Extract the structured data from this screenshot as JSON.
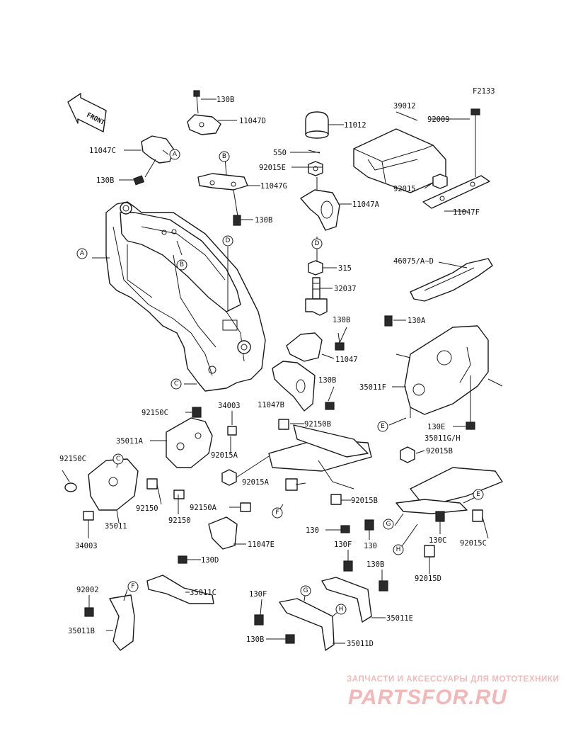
{
  "figure_code": "F2133",
  "front_label": "FRONT",
  "labels": {
    "l_130b_top": "130B",
    "l_11047d": "11047D",
    "l_11047c": "11047C",
    "l_130b_l": "130B",
    "l_11047g": "11047G",
    "l_130b_mid": "130B",
    "l_11012": "11012",
    "l_550": "550",
    "l_92015e": "92015E",
    "l_11047a": "11047A",
    "l_315": "315",
    "l_32037": "32037",
    "l_39012": "39012",
    "l_92009": "92009",
    "l_92015": "92015",
    "l_11047f": "11047F",
    "l_46075": "46075/A~D",
    "l_130a": "130A",
    "l_130b_c": "130B",
    "l_11047": "11047",
    "l_130b_c2": "130B",
    "l_11047b": "11047B",
    "l_35011f": "35011F",
    "l_130e": "130E",
    "l_92150c_t": "92150C",
    "l_34003_t": "34003",
    "l_92150b": "92150B",
    "l_35011a": "35011A",
    "l_92015a_1": "92015A",
    "l_92015a_2": "92015A",
    "l_35011gh": "35011G/H",
    "l_92015b_r": "92015B",
    "l_92150c_l": "92150C",
    "l_92150_a": "92150",
    "l_92150a": "92150A",
    "l_92015b_c": "92015B",
    "l_92150_b": "92150",
    "l_35011": "35011",
    "l_34003_b": "34003",
    "l_11047e": "11047E",
    "l_130d": "130D",
    "l_130_a": "130",
    "l_130_b": "130",
    "l_130c": "130C",
    "l_92015c": "92015C",
    "l_92015d": "92015D",
    "l_130f_a": "130F",
    "l_130b_d": "130B",
    "l_92002": "92002",
    "l_35011c": "35011C",
    "l_35011b": "35011B",
    "l_130f_b": "130F",
    "l_35011e": "35011E",
    "l_130b_e": "130B",
    "l_35011d": "35011D"
  },
  "callouts": {
    "c_a1": "A",
    "c_a2": "A",
    "c_b1": "B",
    "c_b2": "B",
    "c_c1": "C",
    "c_c2": "C",
    "c_d1": "D",
    "c_d2": "D",
    "c_e1": "E",
    "c_e2": "E",
    "c_f1": "F",
    "c_f2": "F",
    "c_g1": "G",
    "c_g2": "G",
    "c_h1": "H",
    "c_h2": "H"
  },
  "watermark": {
    "tagline": "ЗАПЧАСТИ И АКСЕССУАРЫ ДЛЯ МОТОТЕХНИКИ",
    "brand": "PARTSFOR.RU"
  }
}
